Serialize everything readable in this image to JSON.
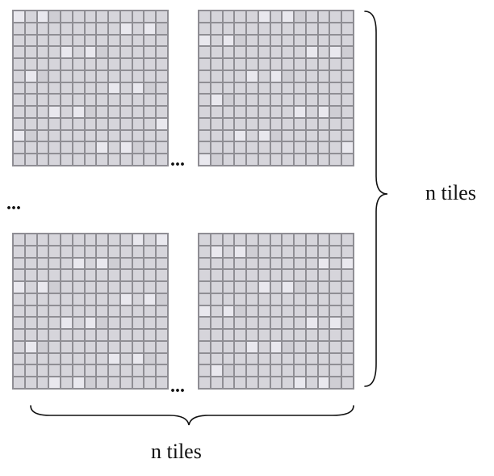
{
  "diagram": {
    "tiles_per_block_side": 13,
    "ellipsis": "...",
    "labels": {
      "vertical_count": "n tiles",
      "horizontal_count": "n tiles"
    },
    "colors": {
      "grout": "#8f8e94",
      "tile": "#d6d5db",
      "tile_highlight": "#e9e8ee",
      "ink": "#111111"
    }
  }
}
